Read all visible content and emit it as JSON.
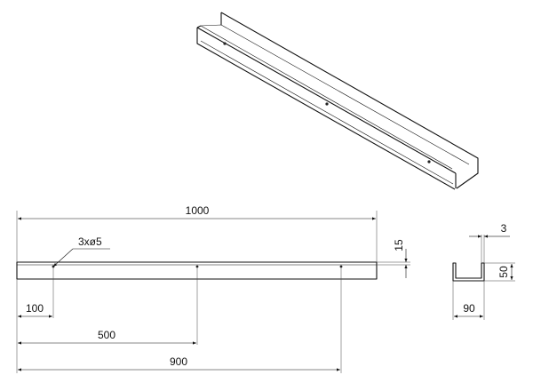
{
  "dimensions": {
    "overall_length": "1000",
    "holes": "3xø5",
    "hole_offset_left": "100",
    "hole_offset_middle": "500",
    "hole_offset_right": "900",
    "side_height_front": "15",
    "profile_thickness": "3",
    "profile_height": "50",
    "profile_width": "90"
  }
}
